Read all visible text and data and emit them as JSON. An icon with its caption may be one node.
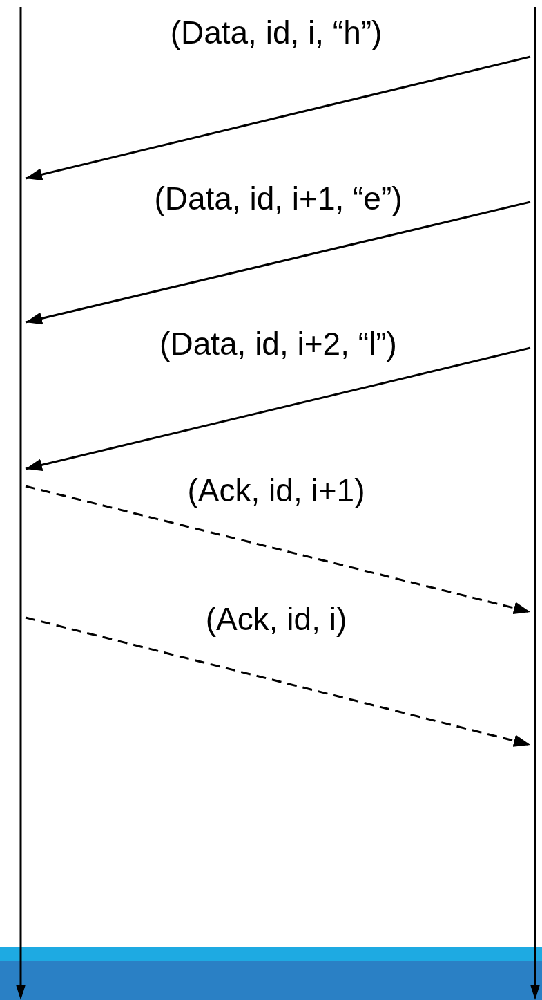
{
  "diagram": {
    "nodes": [
      {
        "text": [],
        "shape": "bar"
      },
      {
        "text": [],
        "shape": "bar"
      }
    ],
    "edges": [
      {
        "from": 1,
        "to": 0,
        "arrow": "to",
        "label": "(Data, id, i, “h”)"
      },
      {
        "from": 1,
        "to": 0,
        "arrow": "to",
        "label": "(Data, id, i+1, “e”)"
      },
      {
        "from": 1,
        "to": 0,
        "arrow": "to",
        "label": "(Data, id, i+2, “l”)"
      },
      {
        "from": 0,
        "to": 1,
        "arrow": "to",
        "label": "(Ack, id, i+1)",
        "style": "dashed"
      },
      {
        "from": 0,
        "to": 1,
        "arrow": "to",
        "label": "(Ack, id, i)",
        "style": "dashed"
      }
    ]
  }
}
